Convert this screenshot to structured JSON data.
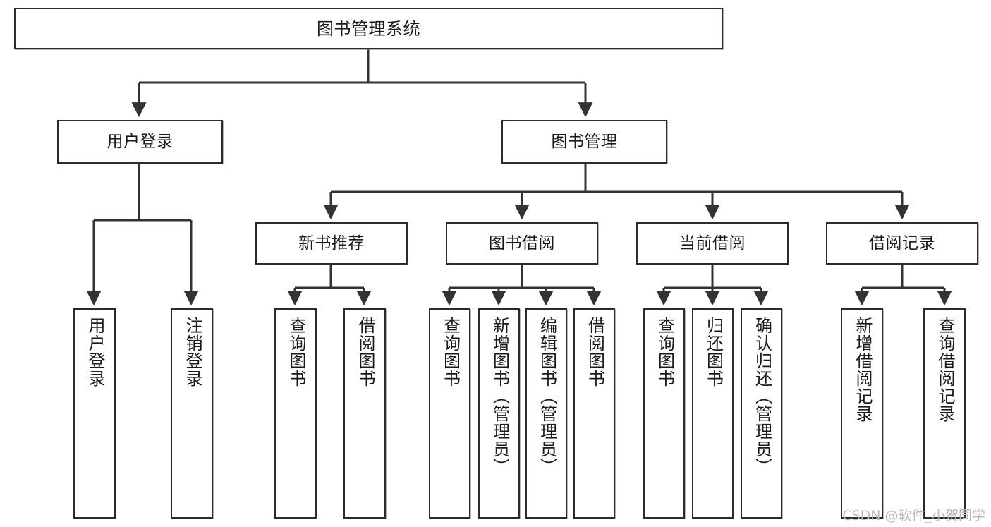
{
  "diagram": {
    "type": "tree-hierarchy-flowchart",
    "title": "图书管理系统",
    "orientation": "top-down",
    "colors": {
      "node_border": "#2b2b2b",
      "node_fill": "#ffffff",
      "edge": "#333333",
      "text": "#1a1a1a",
      "watermark": "#b9b9b9",
      "background": "#ffffff"
    }
  },
  "nodes": {
    "root": {
      "label": "图书管理系统",
      "level": 1
    },
    "level2": [
      {
        "id": "user-login",
        "label": "用户登录"
      },
      {
        "id": "book-manage",
        "label": "图书管理"
      }
    ],
    "level3": [
      {
        "id": "new-book-recommend",
        "label": "新书推荐"
      },
      {
        "id": "book-borrow",
        "label": "图书借阅"
      },
      {
        "id": "current-borrow",
        "label": "当前借阅"
      },
      {
        "id": "borrow-record",
        "label": "借阅记录"
      }
    ],
    "leaves": {
      "user-login": [
        {
          "id": "leaf-user-login",
          "label": "用户登录"
        },
        {
          "id": "leaf-logout-login",
          "label": "注销登录"
        }
      ],
      "new-book-recommend": [
        {
          "id": "leaf-query-book-1",
          "label": "查询图书"
        },
        {
          "id": "leaf-borrow-book-1",
          "label": "借阅图书"
        }
      ],
      "book-borrow": [
        {
          "id": "leaf-query-book-2",
          "label": "查询图书"
        },
        {
          "id": "leaf-add-book",
          "label": "新增图书（管理员）"
        },
        {
          "id": "leaf-edit-book",
          "label": "编辑图书（管理员）"
        },
        {
          "id": "leaf-borrow-book-2",
          "label": "借阅图书"
        }
      ],
      "current-borrow": [
        {
          "id": "leaf-query-book-3",
          "label": "查询图书"
        },
        {
          "id": "leaf-return-book",
          "label": "归还图书"
        },
        {
          "id": "leaf-confirm-return",
          "label": "确认归还（管理员）"
        }
      ],
      "borrow-record": [
        {
          "id": "leaf-add-record",
          "label": "新增借阅记录"
        },
        {
          "id": "leaf-query-record",
          "label": "查询借阅记录"
        }
      ]
    }
  },
  "watermark": {
    "text": "CSDN @软件_小贺同学"
  }
}
